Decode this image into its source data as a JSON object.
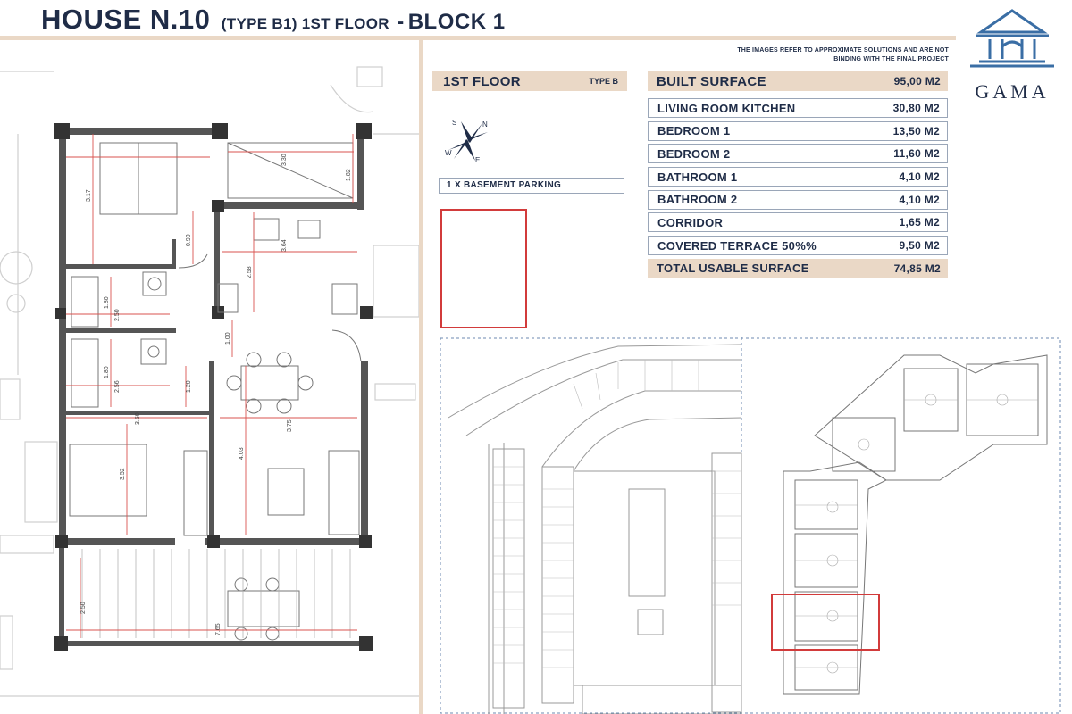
{
  "header": {
    "house": "HOUSE N.10",
    "type": "(TYPE B1) 1ST FLOOR",
    "sep": "-",
    "block": "BLOCK 1"
  },
  "disclaimer": {
    "line1": "THE IMAGES REFER TO APPROXIMATE SOLUTIONS AND ARE NOT",
    "line2": "BINDING WITH THE FINAL PROJECT"
  },
  "logo": {
    "brand": "GAMA"
  },
  "floor": {
    "label": "1ST FLOOR",
    "type": "TYPE B"
  },
  "compass": {
    "icon": "compass-rose-icon",
    "labels": [
      "S",
      "N",
      "E",
      "W"
    ]
  },
  "parking": "1 X BASEMENT PARKING",
  "surface": {
    "built": {
      "label": "BUILT SURFACE",
      "value": "95,00 M2"
    },
    "rooms": [
      {
        "label": "LIVING ROOM KITCHEN",
        "value": "30,80 M2"
      },
      {
        "label": "BEDROOM 1",
        "value": "13,50 M2"
      },
      {
        "label": "BEDROOM 2",
        "value": "11,60 M2"
      },
      {
        "label": "BATHROOM 1",
        "value": "4,10 M2"
      },
      {
        "label": "BATHROOM 2",
        "value": "4,10 M2"
      },
      {
        "label": "CORRIDOR",
        "value": "1,65 M2"
      },
      {
        "label": "COVERED TERRACE 50%%",
        "value": "9,50 M2"
      }
    ],
    "total": {
      "label": "TOTAL USABLE SURFACE",
      "value": "74,85 M2"
    }
  },
  "plan_dims": [
    "3.17",
    "3.30",
    "1.82",
    "0.90",
    "3.64",
    "2.58",
    "1.80",
    "2.50",
    "1.00",
    "1.80",
    "2.56",
    "1.20",
    "3.75",
    "4.03",
    "3.50",
    "3.52",
    "2.50",
    "7.65"
  ],
  "colors": {
    "navy": "#1f2c47",
    "beige": "#ead8c6",
    "highlight": "#d23b3b",
    "dim": "#d9534f",
    "logo": "#3a6ea5"
  }
}
